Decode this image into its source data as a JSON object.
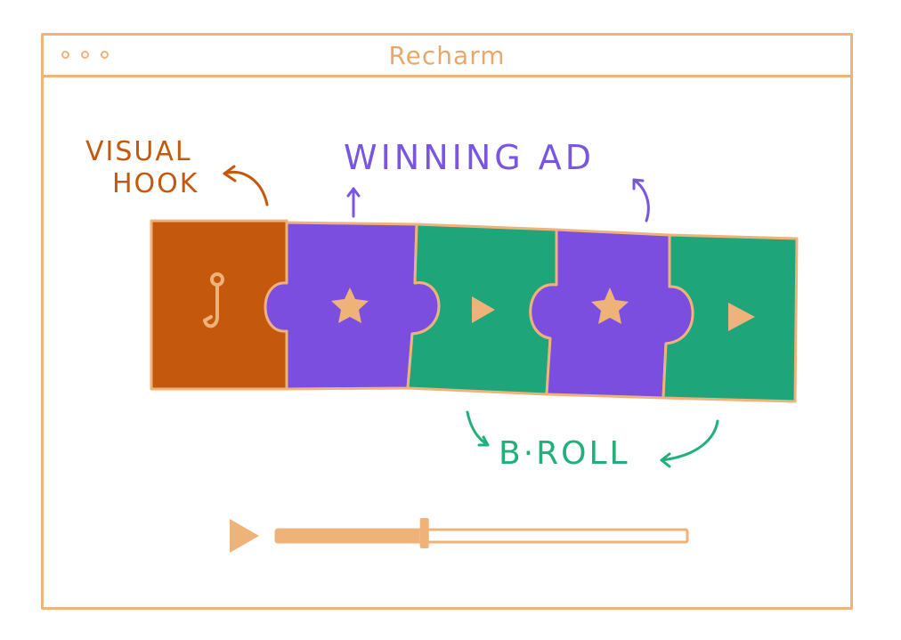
{
  "window": {
    "title": "Recharm",
    "controls": [
      "window-dot-1",
      "window-dot-2",
      "window-dot-3"
    ]
  },
  "labels": {
    "visual_hook_line1": "Visual",
    "visual_hook_line2": "Hook",
    "winning_ad": "Winning Ad",
    "b_roll": "B·Roll"
  },
  "segments": [
    {
      "name": "hook-segment",
      "icon": "hook-icon",
      "color": "#c4580c"
    },
    {
      "name": "winning-ad-segment-1",
      "icon": "star-icon",
      "color": "#7b4ee0"
    },
    {
      "name": "b-roll-segment-1",
      "icon": "play-icon",
      "color": "#1fa57a"
    },
    {
      "name": "winning-ad-segment-2",
      "icon": "star-icon",
      "color": "#7b4ee0"
    },
    {
      "name": "b-roll-segment-2",
      "icon": "play-icon",
      "color": "#1fa57a"
    }
  ],
  "player": {
    "play_icon": "play-icon",
    "progress": 0.35
  },
  "colors": {
    "outline": "#efb37a",
    "hook": "#c4580c",
    "winning_ad": "#7b4ee0",
    "b_roll": "#1fa57a"
  }
}
